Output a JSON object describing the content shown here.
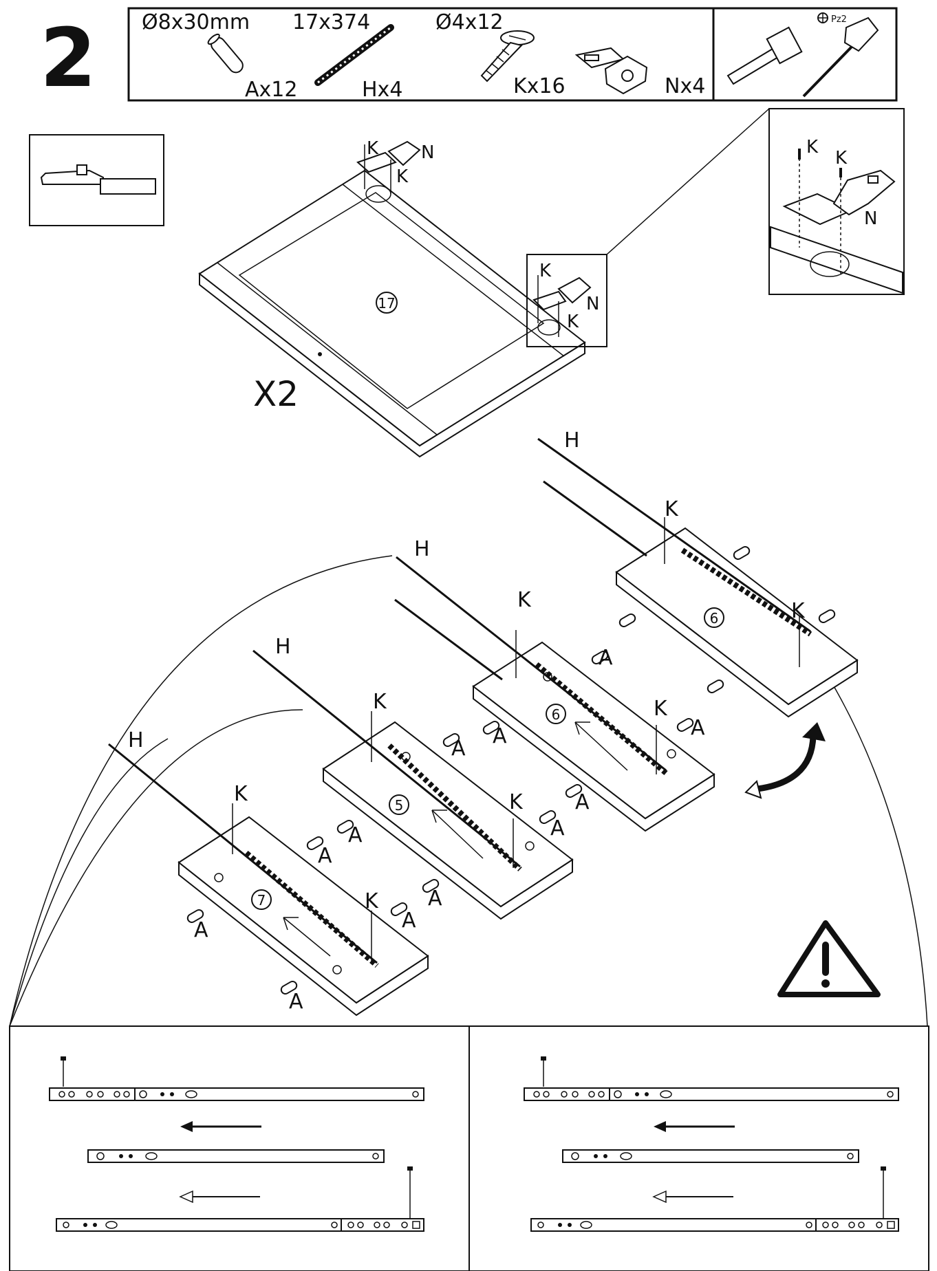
{
  "step": {
    "number": "2",
    "multiplier": "X2"
  },
  "parts_bar": {
    "parts": [
      {
        "spec": "Ø8x30mm",
        "code": "Ax12",
        "icon": "dowel-icon"
      },
      {
        "spec": "17x374",
        "code": "Hx4",
        "icon": "drawer-rail-icon"
      },
      {
        "spec": "Ø4x12",
        "code": "Kx16",
        "icon": "screw-icon"
      },
      {
        "spec": "",
        "code": "Nx4",
        "icon": "hinge-icon"
      }
    ],
    "tools": {
      "screwdriver_tip": "Pz2",
      "icons": [
        "hammer-icon",
        "screwdriver-icon"
      ]
    }
  },
  "door": {
    "panel_number": "17",
    "labels": {
      "screw": "K",
      "hinge": "N"
    }
  },
  "shelves": {
    "panel_numbers": [
      "7",
      "5",
      "6",
      "6"
    ],
    "labels": {
      "rail": "H",
      "screw": "K",
      "dowel": "A"
    }
  },
  "warning": {
    "icon": "warning-icon"
  },
  "detail": {
    "note": "rail disassembly detail"
  }
}
